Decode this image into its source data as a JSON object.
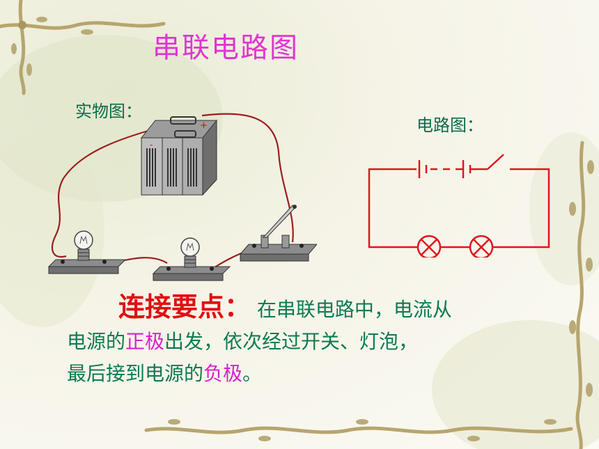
{
  "title": "串联电路图",
  "physical": {
    "label": "实物图："
  },
  "schematic": {
    "label": "电路图："
  },
  "text": {
    "keyword": "连接要点：",
    "line1_rest": "在串联电路中，电流从",
    "line2_a": "电源的",
    "line2_hl": "正极",
    "line2_b": "出发，依次经过开关、灯泡，",
    "line3_a": "最后接到电源的",
    "line3_hl": "负极",
    "line3_b": "。"
  },
  "battery_signs": {
    "plus": "+",
    "minus": "-"
  },
  "colors": {
    "title": "#e035d2",
    "text": "#0d7a52",
    "keyword": "#e01010",
    "highlight": "#d81fd0",
    "circuit": "#e0141e",
    "wire": "#9a1e1e"
  }
}
